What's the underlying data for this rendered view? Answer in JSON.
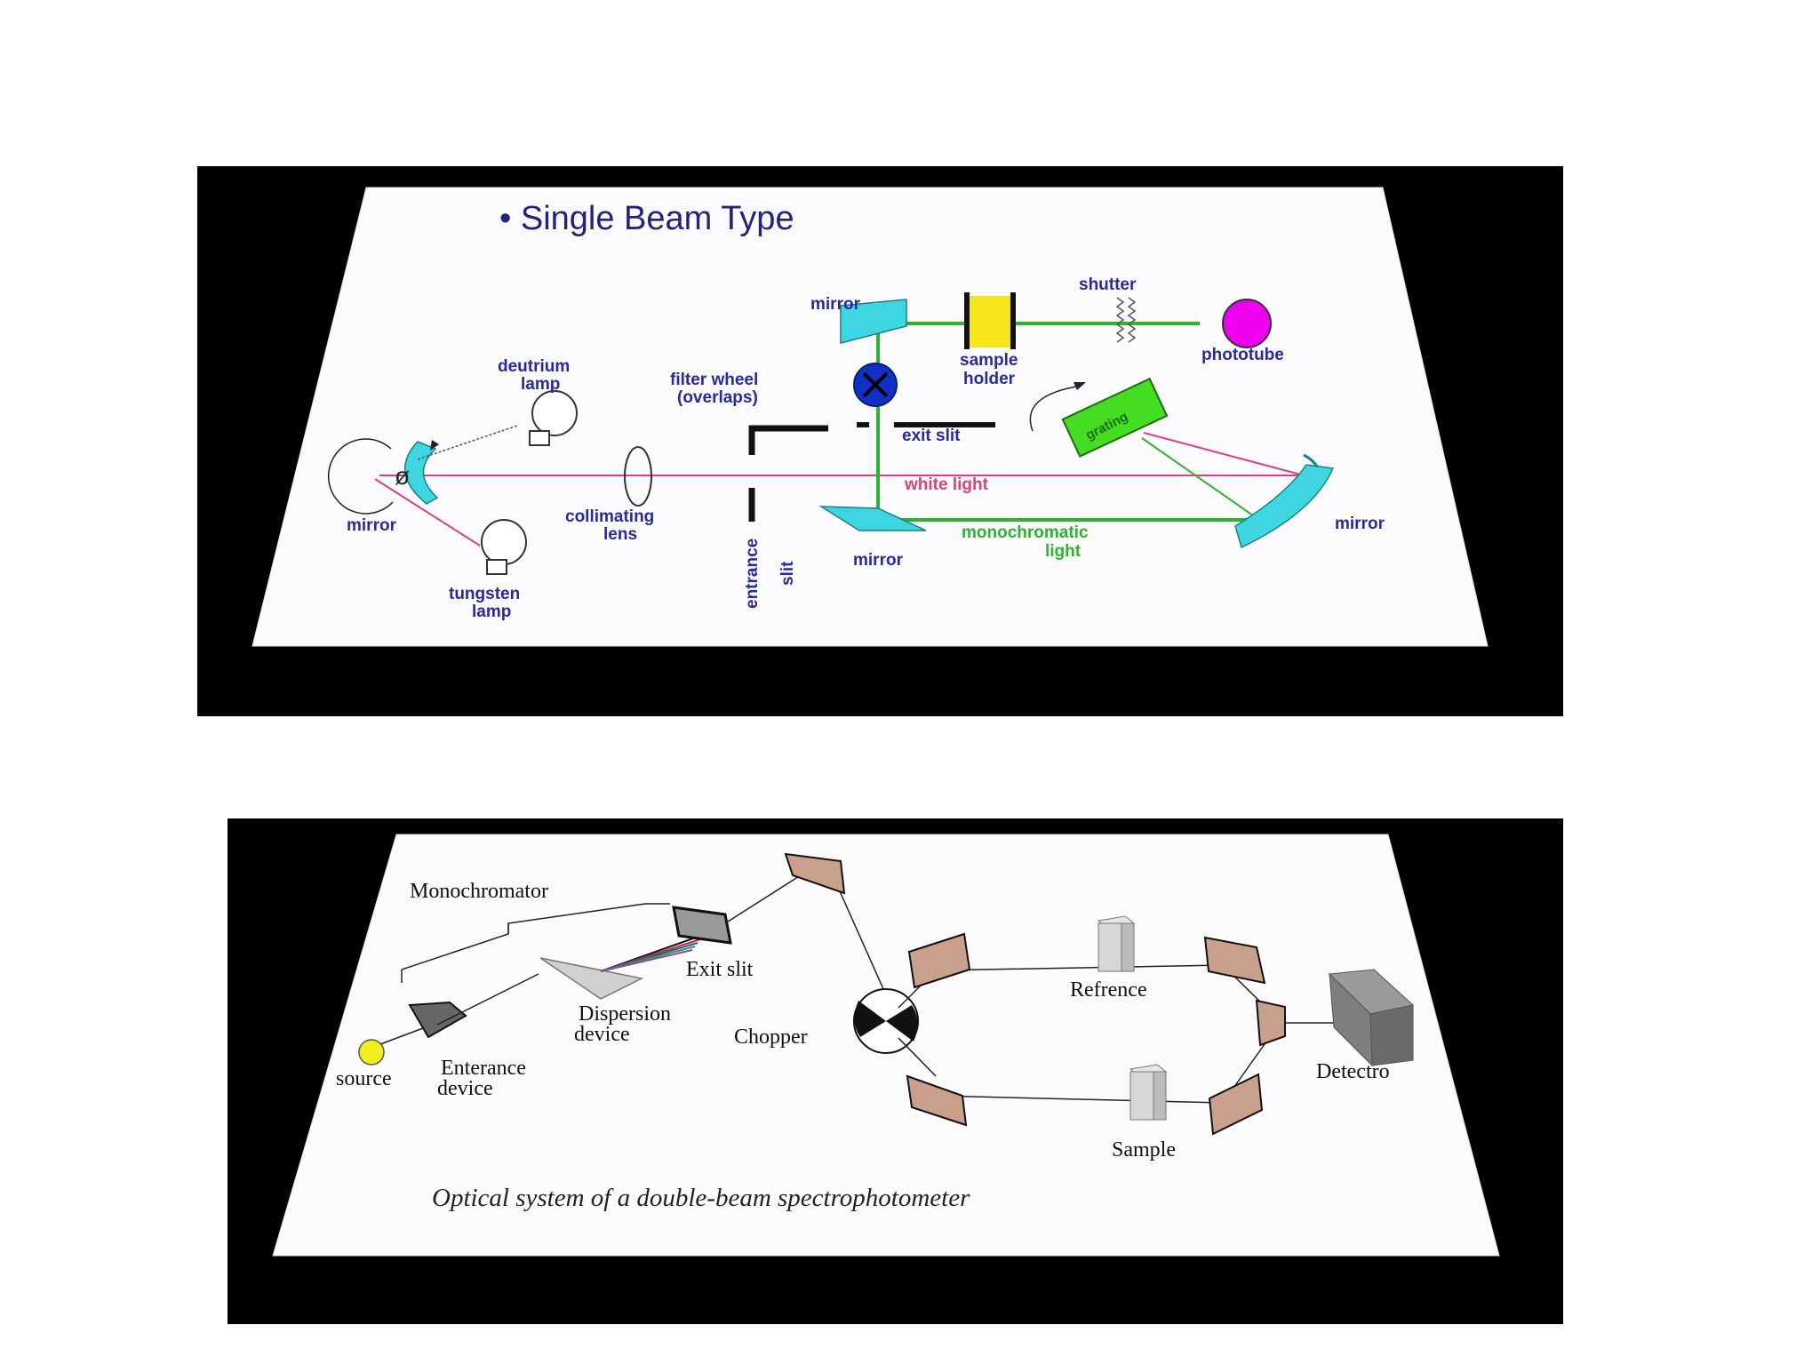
{
  "single_beam": {
    "title": "• Single Beam Type",
    "labels": {
      "mirror_top": "mirror",
      "shutter": "shutter",
      "sample_holder_1": "sample",
      "sample_holder_2": "holder",
      "phototube": "phototube",
      "deutrium_1": "deutrium",
      "deutrium_2": "lamp",
      "filter_wheel_1": "filter wheel",
      "filter_wheel_2": "(overlaps)",
      "grating": "grating",
      "exit_slit": "exit slit",
      "white_light": "white light",
      "mirror_left": "mirror",
      "collimating_1": "collimating",
      "collimating_2": "lens",
      "entrance_slit_1": "entrance",
      "entrance_slit_2": "slit",
      "mirror_bottom": "mirror",
      "monochromatic_1": "monochromatic",
      "monochromatic_2": "light",
      "mirror_right": "mirror",
      "tungsten_1": "tungsten",
      "tungsten_2": "lamp"
    }
  },
  "double_beam": {
    "caption": "Optical system of a double-beam spectrophotometer",
    "labels": {
      "monochromator": "Monochromator",
      "exit_slit": "Exit slit",
      "refrence": "Refrence",
      "dispersion_1": "Dispersion",
      "dispersion_2": "device",
      "chopper": "Chopper",
      "enterance_1": "Enterance",
      "enterance_2": "device",
      "source": "source",
      "detectro": "Detectro",
      "sample": "Sample"
    }
  },
  "colors": {
    "white_light": "#e0407a",
    "monochromatic": "#2cb52c",
    "optics": "#3ed6e0",
    "sample_holder": "#f5e51a",
    "phototube": "#ee00ee",
    "filter_wheel": "#1030c8",
    "grating": "#44dd22",
    "mirror_brown": "#c8a08c",
    "source": "#f0f020"
  }
}
